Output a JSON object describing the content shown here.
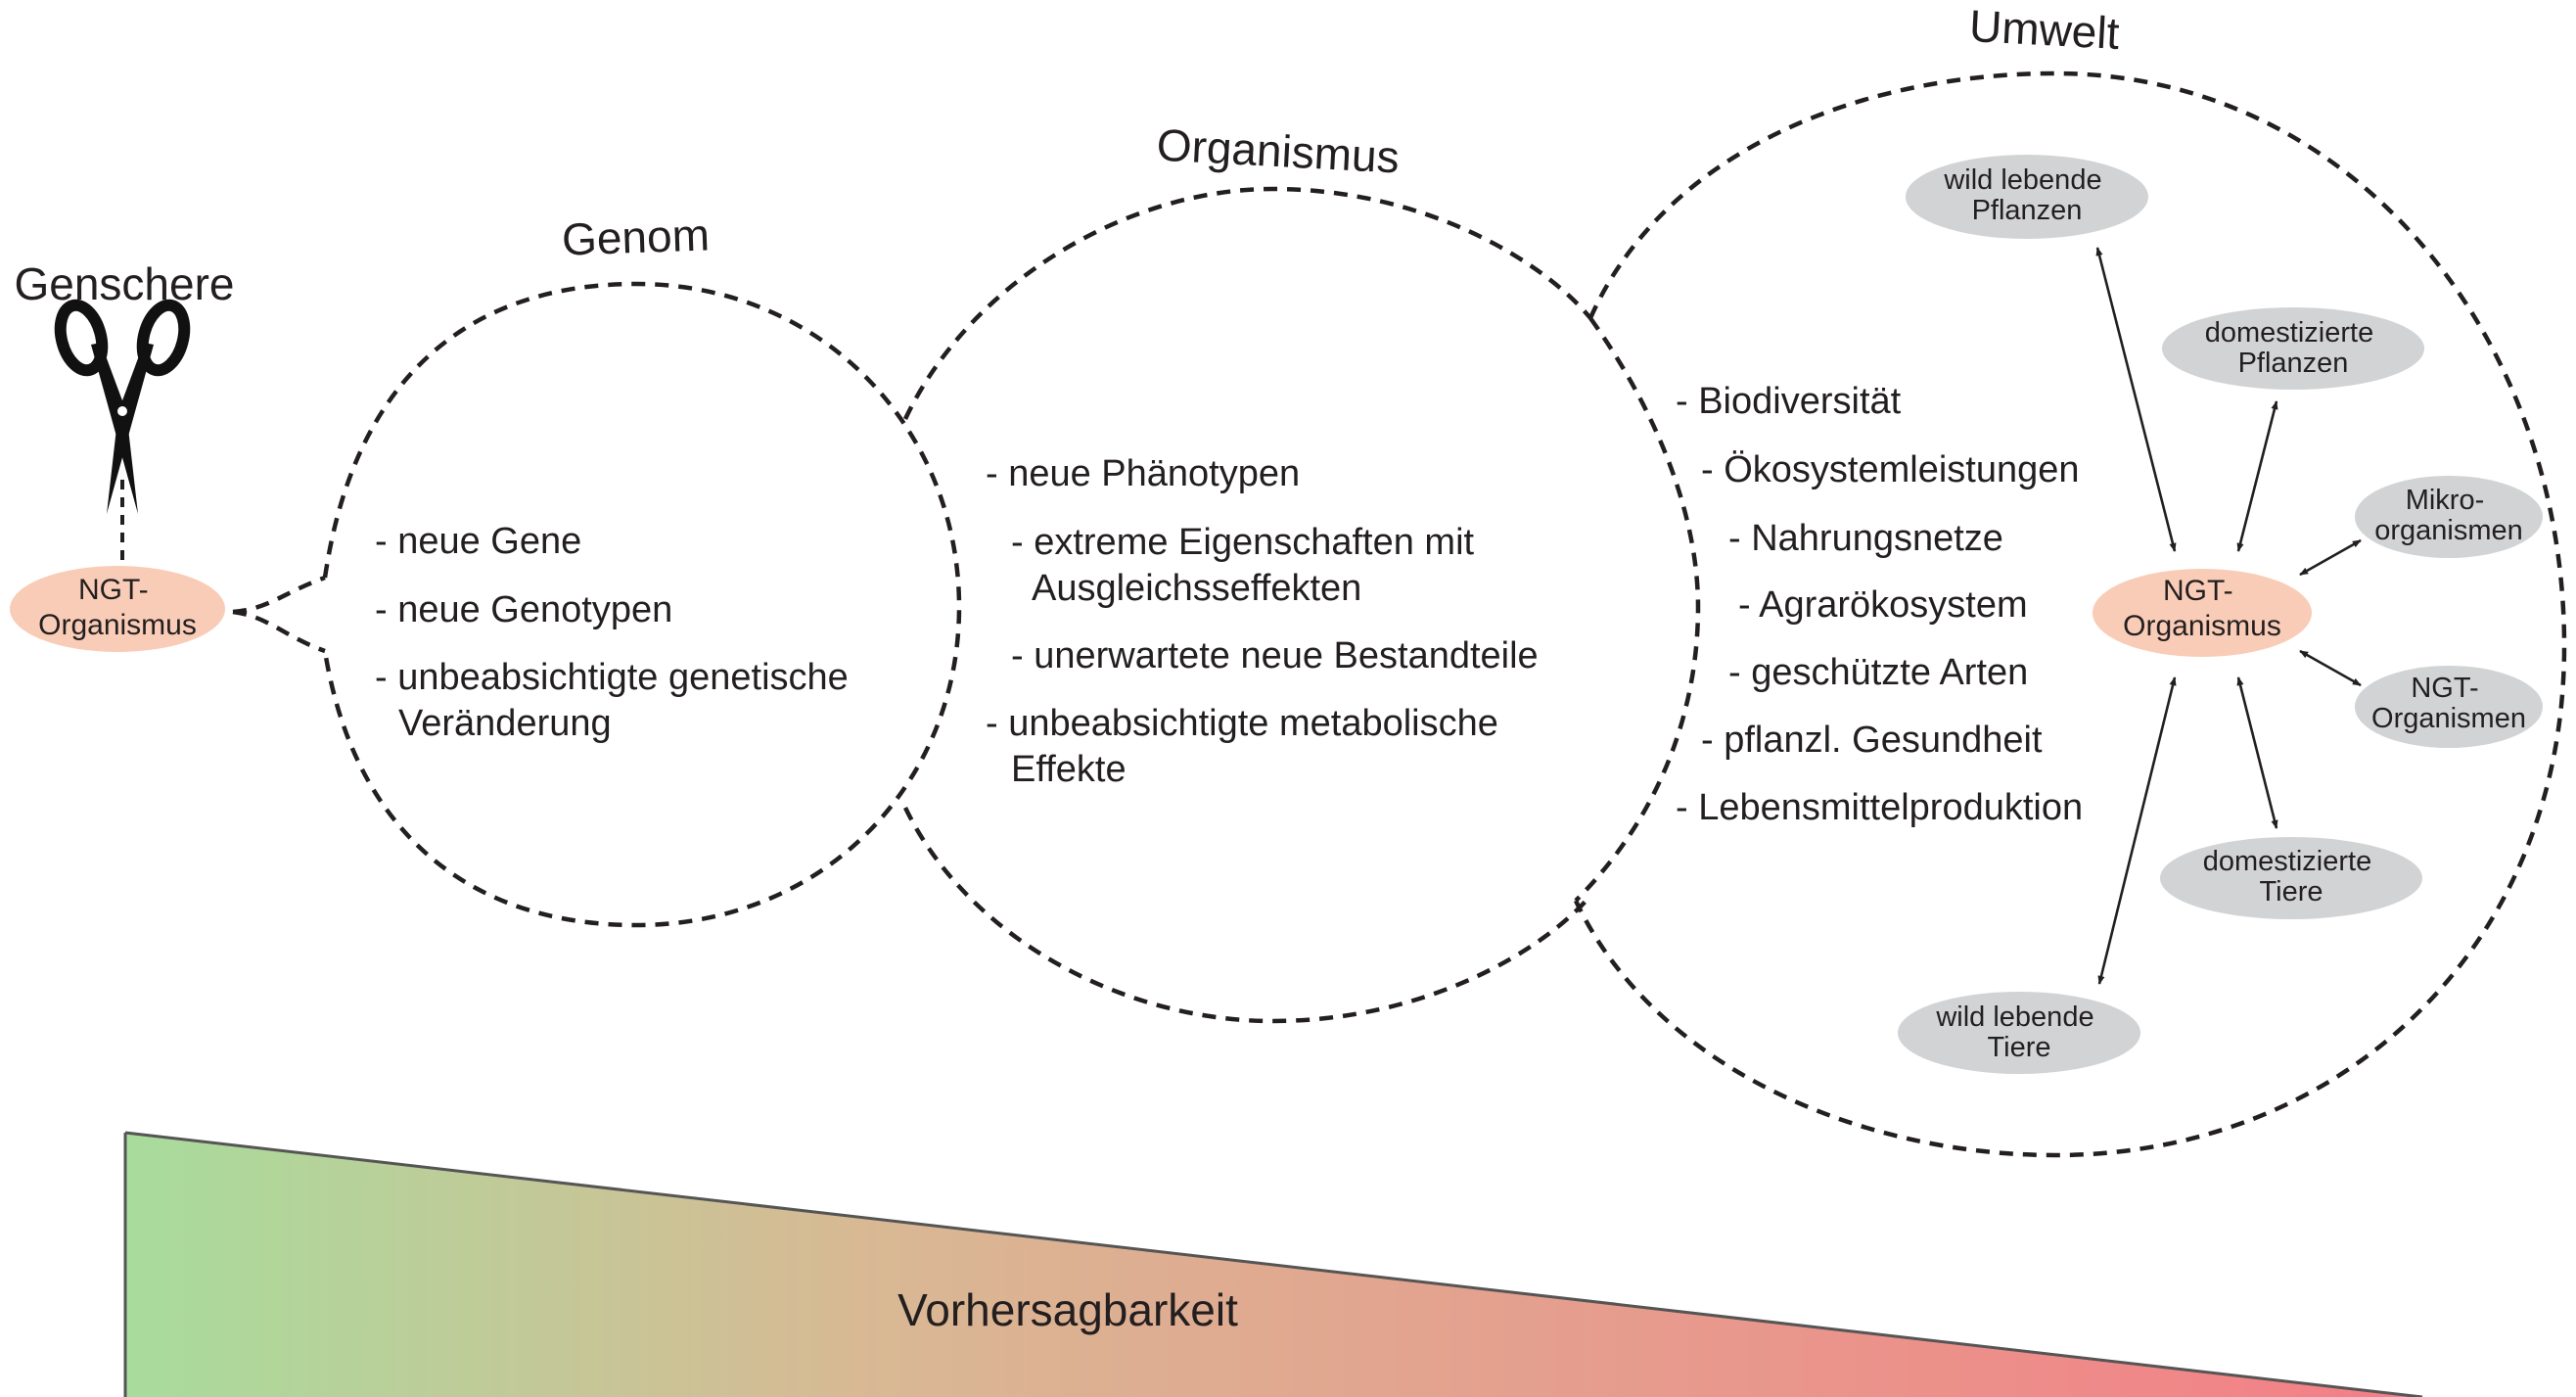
{
  "tool": {
    "title": "Genschere",
    "organism": [
      "NGT-",
      "Organismus"
    ]
  },
  "genome": {
    "title": "Genom",
    "items": [
      "- neue Gene",
      "- neue Genotypen",
      "- unbeabsichtigte genetische",
      "Veränderung"
    ]
  },
  "organism": {
    "title": "Organismus",
    "items": [
      "- neue Phänotypen",
      "- extreme Eigenschaften mit",
      "Ausgleichsseffekten",
      "- unerwartete neue Bestandteile",
      "- unbeabsichtigte metabolische",
      "Effekte"
    ]
  },
  "environment": {
    "title": "Umwelt",
    "items": [
      "- Biodiversität",
      "- Ökosystemleistungen",
      "- Nahrungsnetze",
      "- Agrarökosystem",
      "- geschützte Arten",
      "- pflanzl. Gesundheit",
      "- Lebensmittelproduktion"
    ],
    "center": [
      "NGT-",
      "Organismus"
    ],
    "nodes": {
      "wild_plants": [
        "wild lebende",
        "Pflanzen"
      ],
      "domestic_plants": [
        "domestizierte",
        "Pflanzen"
      ],
      "microorganisms": [
        "Mikro-",
        "organismen"
      ],
      "ngt_organisms": [
        "NGT-",
        "Organismen"
      ],
      "domestic_animals": [
        "domestizierte",
        "Tiere"
      ],
      "wild_animals": [
        "wild lebende",
        "Tiere"
      ]
    }
  },
  "predictability": {
    "label": "Vorhersagbarkeit",
    "gradient_from": "#a8dc9c",
    "gradient_mid": "#d9b894",
    "gradient_to": "#f47e86"
  },
  "colors": {
    "ngt_fill": "#f9ccb7",
    "node_fill": "#d1d3d4",
    "line": "#231f20"
  },
  "icons": {
    "tool": "scissors-icon"
  }
}
